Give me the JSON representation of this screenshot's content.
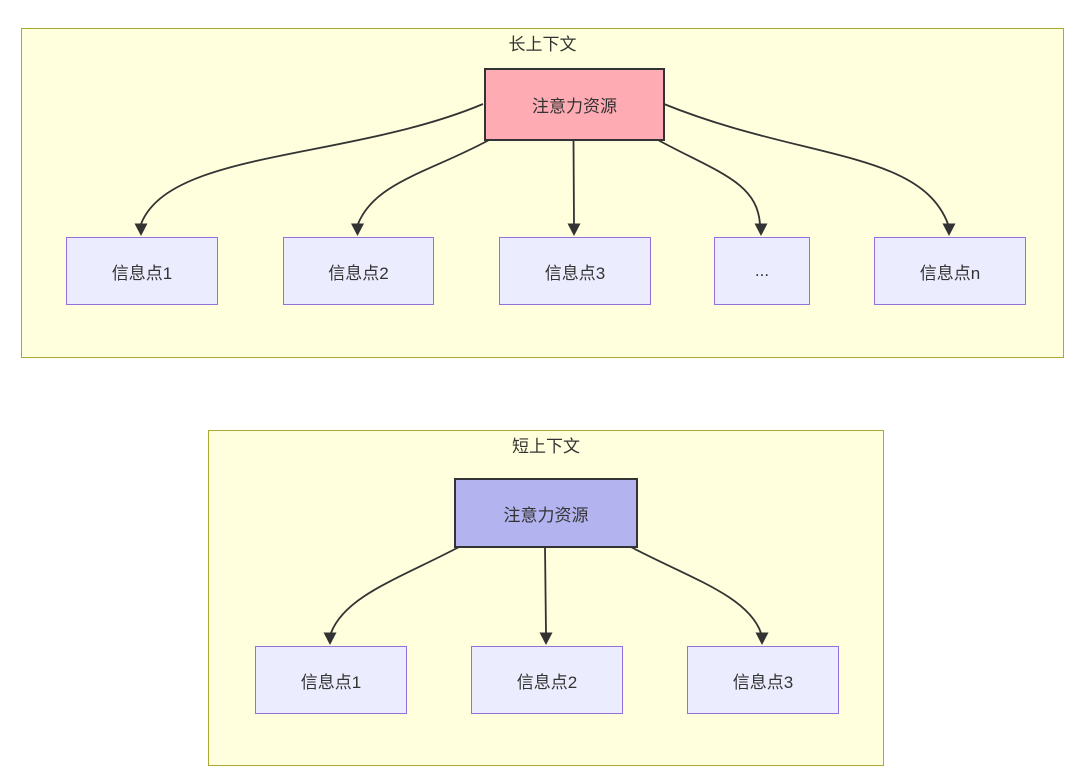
{
  "diagram": {
    "type": "flowchart-comparison",
    "clusters": {
      "long": {
        "title": "长上下文",
        "attention_label": "注意力资源",
        "info_points": [
          "信息点1",
          "信息点2",
          "信息点3",
          "...",
          "信息点n"
        ]
      },
      "short": {
        "title": "短上下文",
        "attention_label": "注意力资源",
        "info_points": [
          "信息点1",
          "信息点2",
          "信息点3"
        ]
      }
    }
  },
  "colors": {
    "page_bg": "#ffffff",
    "cluster_fill": "#ffffde",
    "cluster_border": "#aaaa33",
    "node_fill": "#ececff",
    "node_border": "#9370db",
    "attention_long_fill": "#ffabb3",
    "attention_short_fill": "#b3b3f0",
    "attention_border": "#333333",
    "edge_color": "#333333",
    "text_color": "#333333"
  }
}
